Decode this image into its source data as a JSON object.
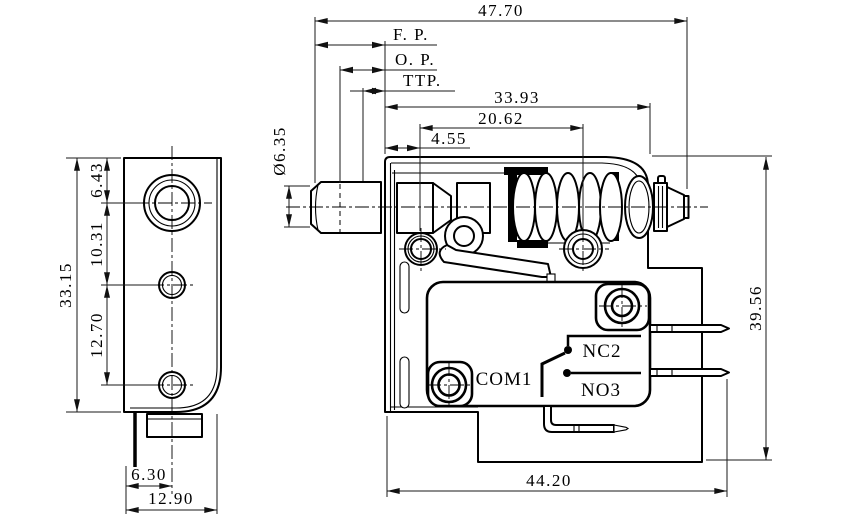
{
  "colors": {
    "background": "#ffffff",
    "line": "#000000"
  },
  "front_view": {
    "overall_width": "47.70",
    "free_position_label": "F. P.",
    "operating_position_label": "O. P.",
    "total_travel_label": "TTP.",
    "body_width": "33.93",
    "hole_spacing": "20.62",
    "hole_to_edge": "4.55",
    "plunger_diameter": "Ø6.35",
    "overall_height": "39.56",
    "base_width": "44.20"
  },
  "side_view": {
    "overall_height": "33.15",
    "top_to_hole": "6.43",
    "upper_hole_spacing": "10.31",
    "lower_hole_spacing": "12.70",
    "pin_offset": "6.30",
    "overall_width": "12.90"
  },
  "schematic": {
    "common": "COM1",
    "normally_closed": "NC2",
    "normally_open": "NO3"
  }
}
